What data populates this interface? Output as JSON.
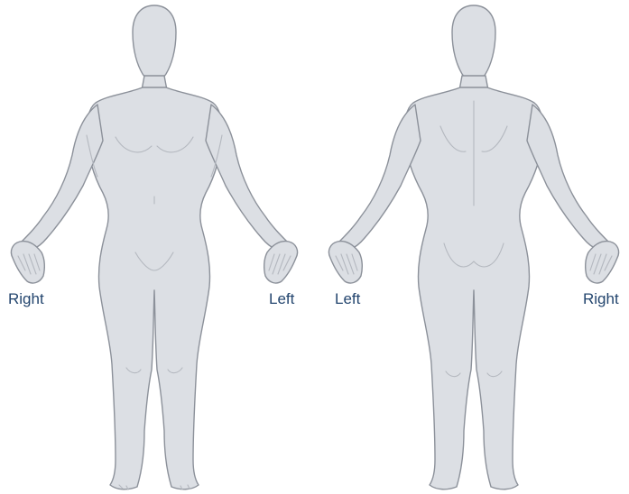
{
  "labels": {
    "front_right": "Right",
    "front_left": "Left",
    "back_left": "Left",
    "back_right": "Right"
  },
  "colors": {
    "body_fill": "#dcdfe4",
    "body_stroke": "#8c919a",
    "detail_stroke": "#b4b8bf",
    "label_text": "#23456e",
    "background": "#ffffff"
  }
}
